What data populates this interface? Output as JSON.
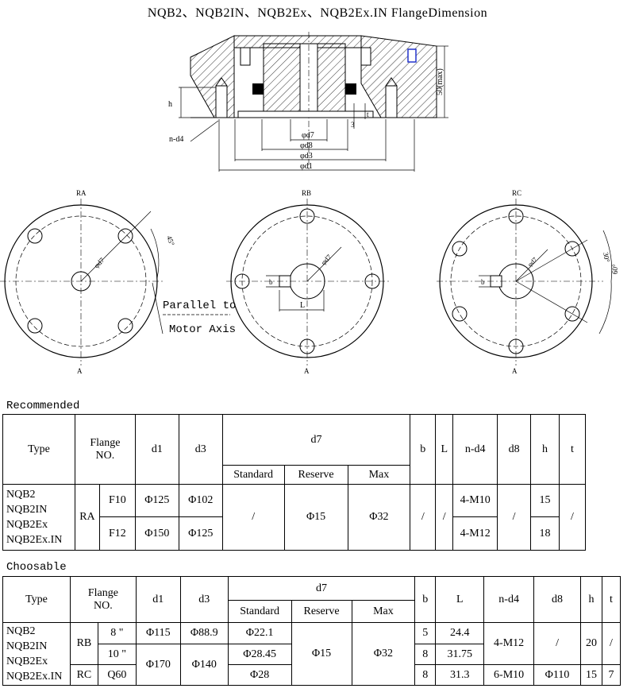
{
  "title": "NQB2、NQB2IN、NQB2Ex、NQB2Ex.IN FlangeDimension",
  "drawing": {
    "dims": {
      "d7": "φd7",
      "d8": "φd8",
      "d3": "φd3",
      "d1": "φd1",
      "h": "h",
      "nd4": "n-d4",
      "max50": "50(max)",
      "three": "3",
      "t": "t"
    },
    "views": {
      "ra": {
        "label": "RA",
        "bottom": "A",
        "d7": "φd7",
        "angle": "45°"
      },
      "rb": {
        "label": "RB",
        "bottom": "A",
        "d7": "φd7",
        "b": "b",
        "L": "L"
      },
      "rc": {
        "label": "RC",
        "bottom": "A",
        "d7": "φd7",
        "b": "b",
        "a30": "30°",
        "a60": "60°"
      }
    },
    "note_line1": "Parallel to",
    "note_line2": "Motor Axis"
  },
  "recommended": {
    "label": "Recommended",
    "headers": {
      "type": "Type",
      "flange": "Flange",
      "no": "NO.",
      "d1": "d1",
      "d3": "d3",
      "d7": "d7",
      "standard": "Standard",
      "reserve": "Reserve",
      "max": "Max",
      "b": "b",
      "L": "L",
      "nd4": "n-d4",
      "d8": "d8",
      "h": "h",
      "t": "t"
    },
    "types": [
      "NQB2",
      "NQB2IN",
      "NQB2Ex",
      "NQB2Ex.IN"
    ],
    "flange": "RA",
    "rows": [
      {
        "no": "F10",
        "d1": "Φ125",
        "d3": "Φ102",
        "nd4": "4-M10",
        "h": "15"
      },
      {
        "no": "F12",
        "d1": "Φ150",
        "d3": "Φ125",
        "nd4": "4-M12",
        "h": "18"
      }
    ],
    "standard": "/",
    "reserve": "Φ15",
    "max": "Φ32",
    "b": "/",
    "L": "/",
    "d8": "/",
    "t": "/"
  },
  "choosable": {
    "label": "Choosable",
    "headers": {
      "type": "Type",
      "flange": "Flange",
      "no": "NO.",
      "d1": "d1",
      "d3": "d3",
      "d7": "d7",
      "standard": "Standard",
      "reserve": "Reserve",
      "max": "Max",
      "b": "b",
      "L": "L",
      "nd4": "n-d4",
      "d8": "d8",
      "h": "h",
      "t": "t"
    },
    "types": [
      "NQB2",
      "NQB2IN",
      "NQB2Ex",
      "NQB2Ex.IN"
    ],
    "rb": {
      "flange": "RB",
      "r1": {
        "no": "8 \"",
        "d1": "Φ115",
        "d3": "Φ88.9",
        "standard": "Φ22.1",
        "b": "5",
        "L": "24.4",
        "nd4": "4-M12",
        "d8": "/",
        "h": "20",
        "t": "/"
      },
      "r2": {
        "no": "10 \"",
        "standard": "Φ28.45",
        "b": "8",
        "L": "31.75"
      }
    },
    "rc": {
      "flange": "RC",
      "no": "Q60",
      "d1": "Φ170",
      "d3": "Φ140",
      "standard": "Φ28",
      "b": "8",
      "L": "31.3",
      "nd4": "6-M10",
      "d8": "Φ110",
      "h": "15",
      "t": "7"
    },
    "reserve": "Φ15",
    "max": "Φ32"
  }
}
